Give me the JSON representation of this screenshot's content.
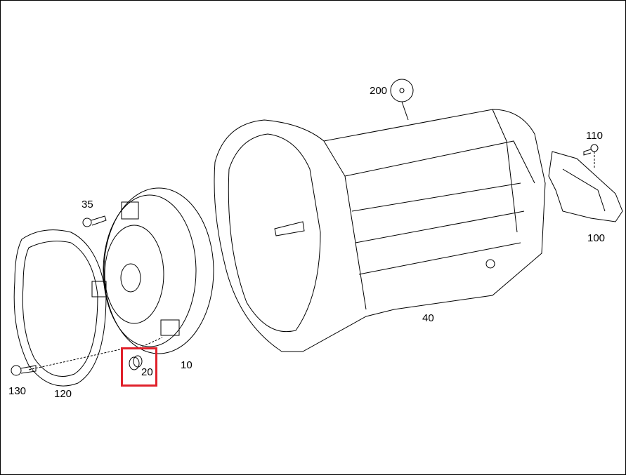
{
  "diagram": {
    "highlight_color": "#e0202a",
    "callouts": {
      "p200": "200",
      "p110": "110",
      "p35": "35",
      "p100": "100",
      "p40": "40",
      "p10": "10",
      "p20": "20",
      "p130": "130",
      "p120": "120"
    },
    "highlighted_part": "20"
  }
}
